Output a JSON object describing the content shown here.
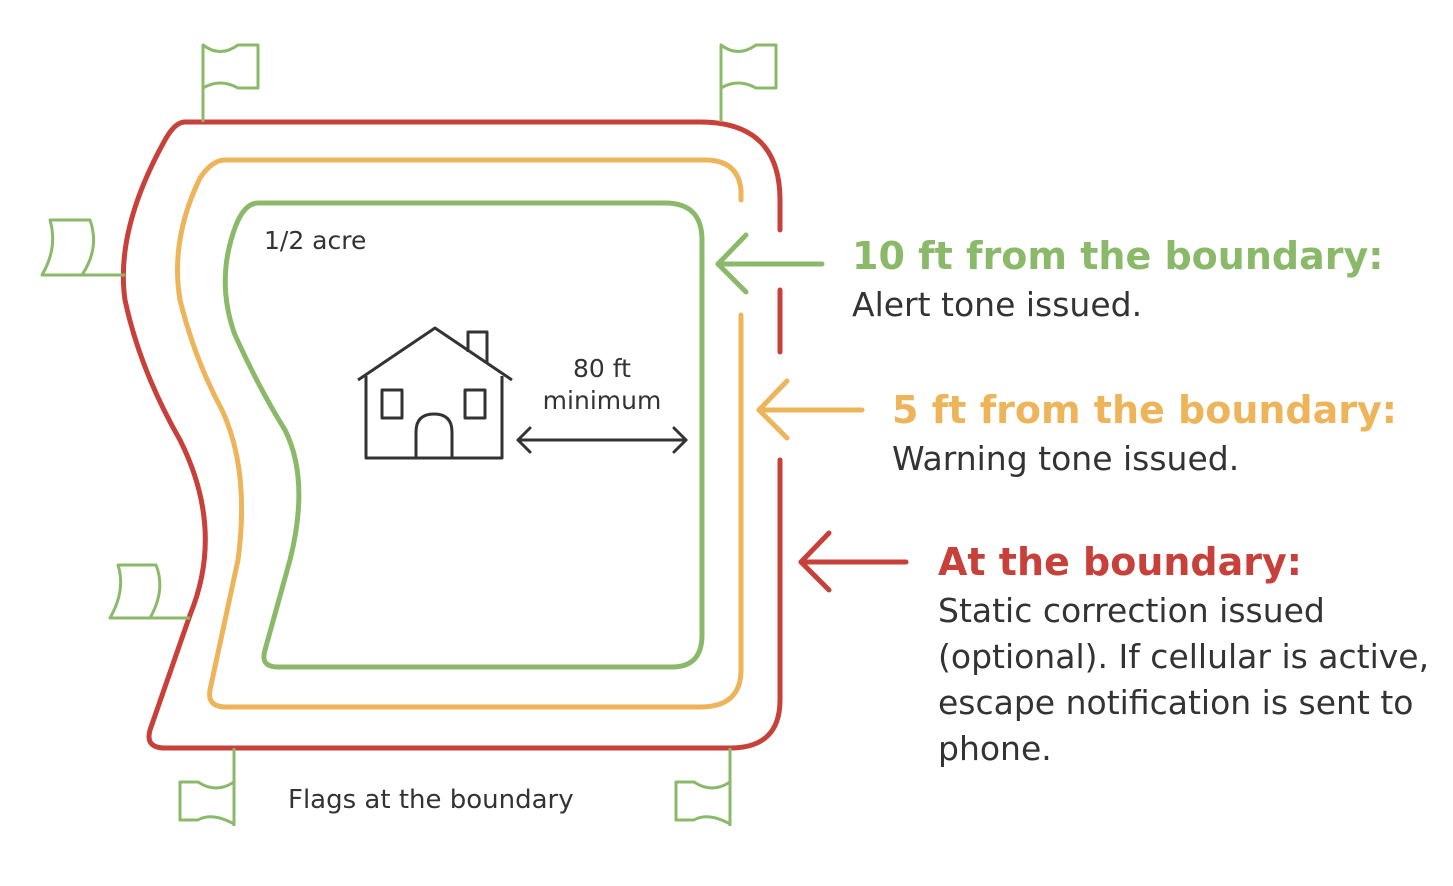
{
  "colors": {
    "green": "#8bb96a",
    "yellow": "#edb459",
    "red": "#c7403a",
    "ink": "#333333"
  },
  "yard": {
    "area_label": "1/2 acre"
  },
  "house": {
    "distance_line1": "80 ft",
    "distance_line2": "minimum"
  },
  "flags": {
    "caption": "Flags at the boundary"
  },
  "zones": [
    {
      "title": "10 ft from the boundary",
      "punct": ":",
      "description": "Alert tone issued."
    },
    {
      "title": "5 ft from the boundary",
      "punct": ":",
      "description": "Warning tone issued."
    },
    {
      "title": "At the boundary",
      "punct": ":",
      "description": "Static correction issued (optional). If cellular is active, escape notification is sent to phone."
    }
  ]
}
